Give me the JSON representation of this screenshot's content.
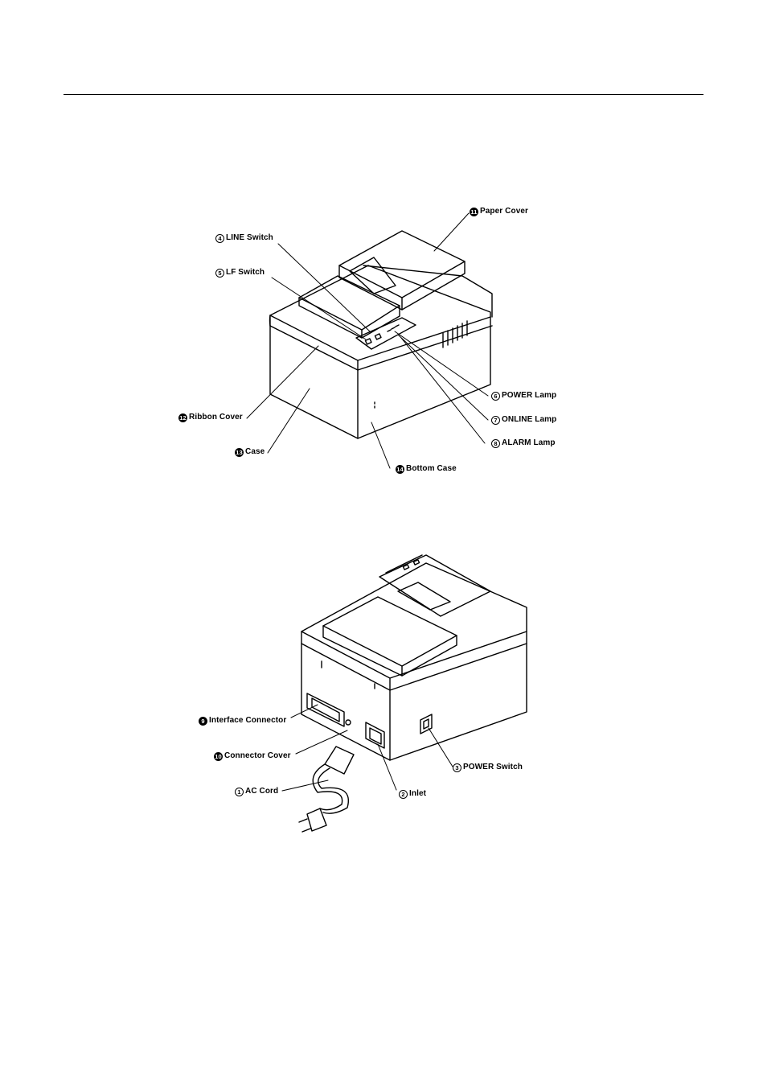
{
  "figure_top": {
    "labels": [
      {
        "key": "line_switch",
        "num": "4",
        "text": "LINE Switch"
      },
      {
        "key": "lf_switch",
        "num": "5",
        "text": "LF Switch"
      },
      {
        "key": "paper_cover",
        "num": "11",
        "text": "Paper Cover"
      },
      {
        "key": "power_lamp",
        "num": "6",
        "text": "POWER Lamp"
      },
      {
        "key": "online_lamp",
        "num": "7",
        "text": "ONLINE Lamp"
      },
      {
        "key": "alarm_lamp",
        "num": "8",
        "text": "ALARM Lamp"
      },
      {
        "key": "ribbon_cover",
        "num": "12",
        "text": "Ribbon Cover"
      },
      {
        "key": "case",
        "num": "13",
        "text": "Case"
      },
      {
        "key": "bottom_case",
        "num": "14",
        "text": "Bottom Case"
      }
    ]
  },
  "figure_bottom": {
    "labels": [
      {
        "key": "interface_connector",
        "num": "9",
        "text": "Interface Connector"
      },
      {
        "key": "connector_cover",
        "num": "10",
        "text": "Connector Cover"
      },
      {
        "key": "ac_cord",
        "num": "1",
        "text": "AC Cord"
      },
      {
        "key": "inlet",
        "num": "2",
        "text": "Inlet"
      },
      {
        "key": "power_switch",
        "num": "3",
        "text": "POWER Switch"
      }
    ]
  }
}
